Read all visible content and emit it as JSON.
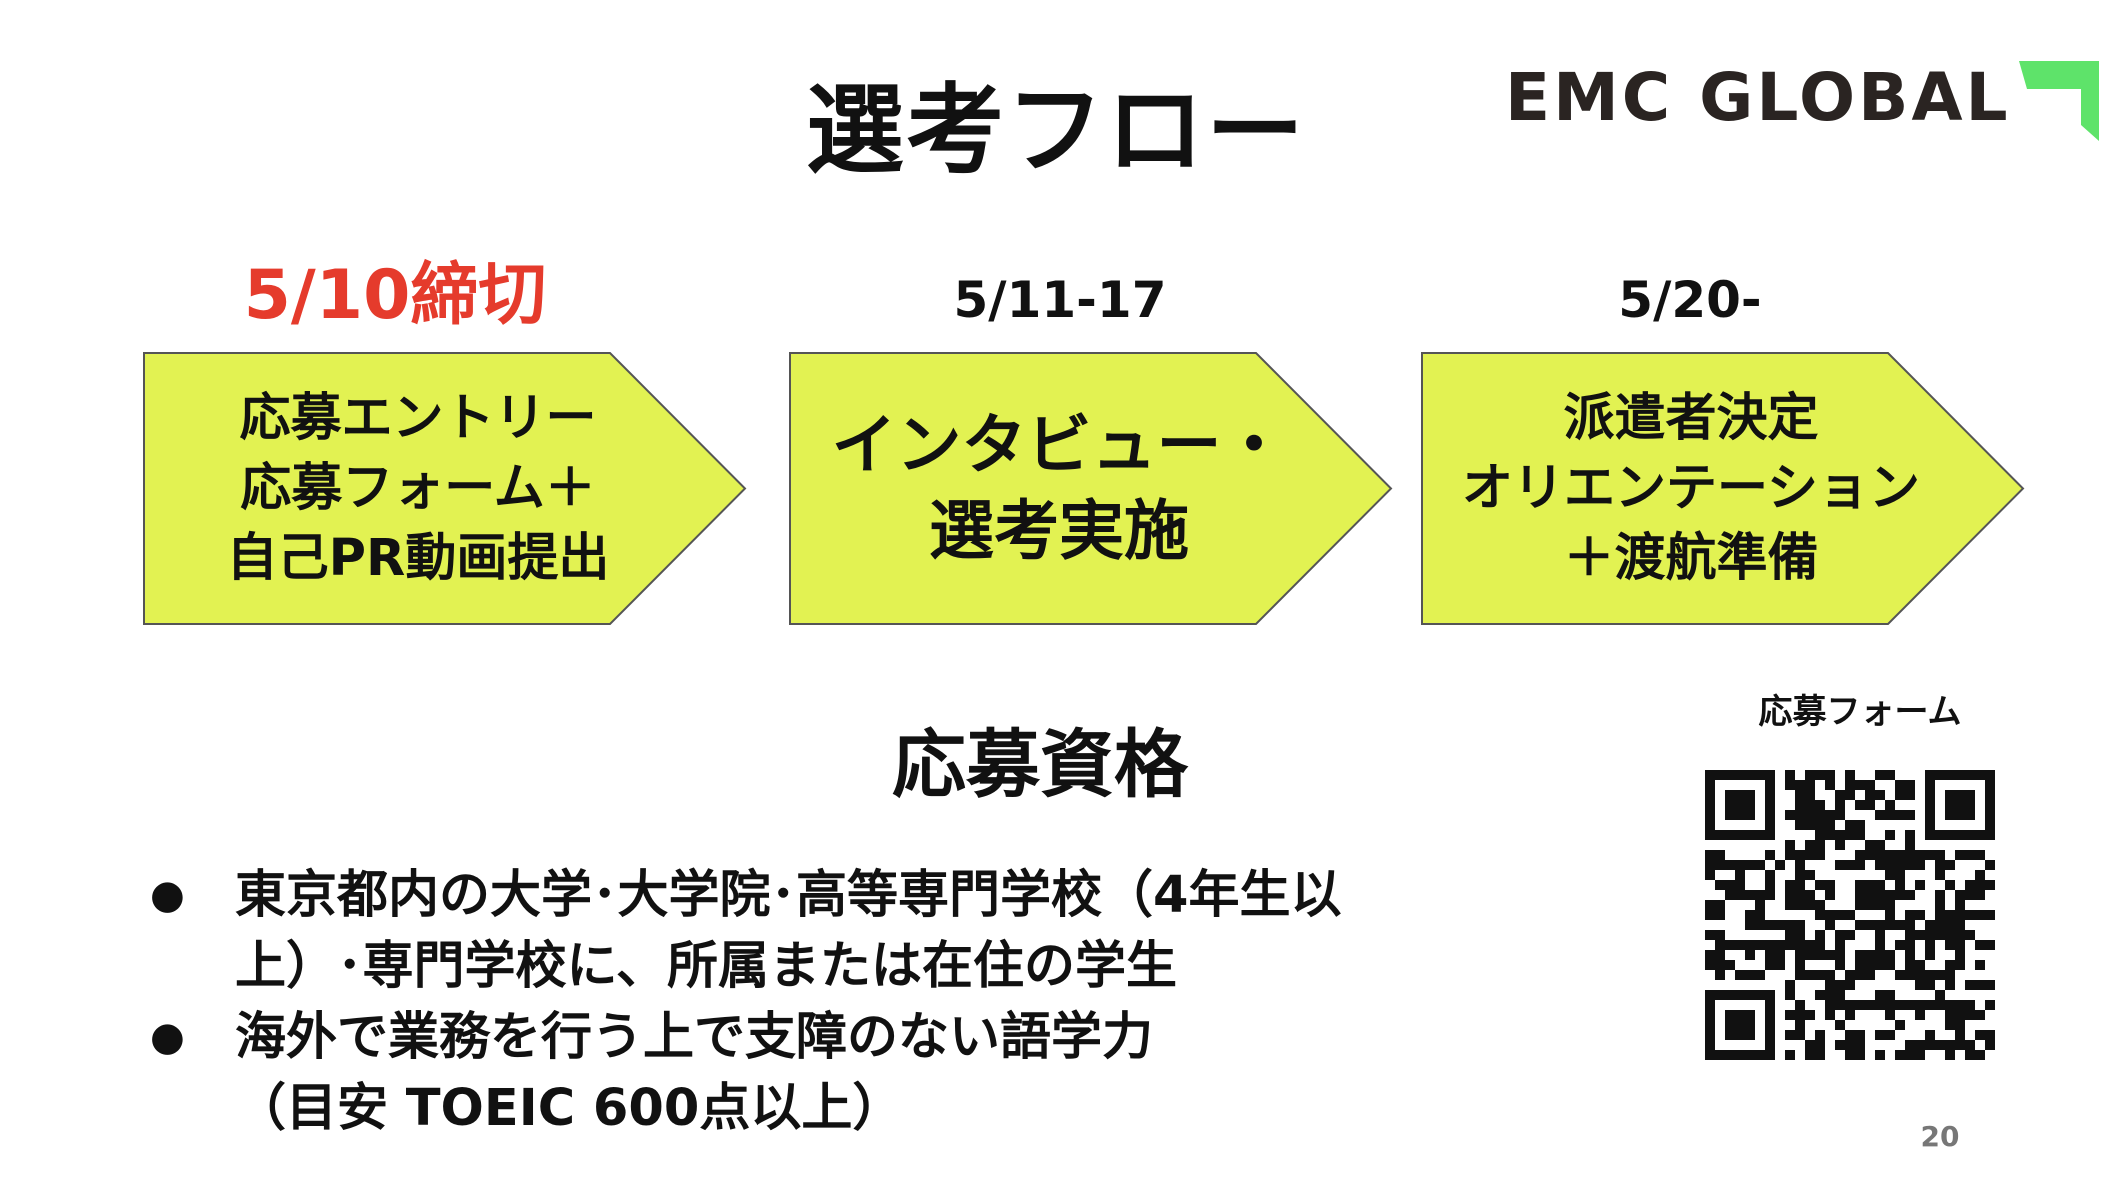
{
  "title": "選考フロー",
  "logo": {
    "text": "EMC GLOBAL",
    "text_color": "#2a2422",
    "arrow_color": "#5ee36a",
    "icon": "arrow-up-right-icon"
  },
  "flow": {
    "arrow_fill": "#e2f252",
    "arrow_stroke": "#555555",
    "stages": [
      {
        "date": "5/10締切",
        "date_color": "#e53b2c",
        "lines": [
          "応募エントリー",
          "応募フォーム＋",
          "自己PR動画提出"
        ]
      },
      {
        "date": "5/11-17",
        "date_color": "#111111",
        "lines": [
          "インタビュー・",
          "選考実施"
        ]
      },
      {
        "date": "5/20-",
        "date_color": "#111111",
        "lines": [
          "派遣者決定",
          "オリエンテーション",
          "＋渡航準備"
        ]
      }
    ]
  },
  "qualifications": {
    "heading": "応募資格",
    "bullet": "●",
    "items": [
      {
        "lines": [
          "東京都内の大学･大学院･高等専門学校（4年生以",
          "上）･専門学校に、所属または在住の学生"
        ]
      },
      {
        "lines": [
          "海外で業務を行う上で支障のない語学力",
          "（目安 TOEIC 600点以上）"
        ]
      }
    ]
  },
  "qr": {
    "label": "応募フォーム",
    "icon": "qr-code-icon"
  },
  "page_number": "20"
}
